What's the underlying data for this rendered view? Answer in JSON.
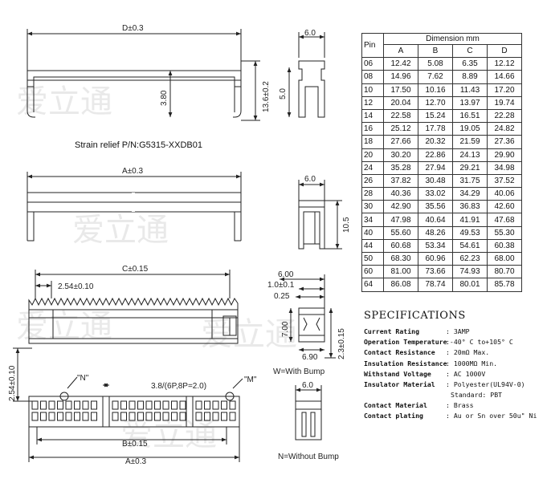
{
  "labels": {
    "top_width": "D±0.3",
    "top_height": "13.6±0.2",
    "top_inner": "3.80",
    "top_side_width": "6.0",
    "top_side_height": "5.0",
    "strain_relief": "Strain relief P/N:G5315-XXDB01",
    "mid_width": "A±0.3",
    "mid_side_width": "6.0",
    "mid_side_height": "10.5",
    "bottom_c": "C±0.15",
    "pitch": "2.54±0.10",
    "side_width": "6.00",
    "side_offset": "1.0±0.1",
    "side_thin": "0.25",
    "side_height": "7.00",
    "side_total": "2.3±0.15",
    "side_bottom": "6.90",
    "with_bump": "W=With Bump",
    "vert_pitch": "2.54±0.10",
    "mark_n": "\"N\"",
    "mark_m": "\"M\"",
    "key_pitch": "3.8/(6P,8P=2.0)",
    "bottom_b": "B±0.15",
    "bottom_a": "A±0.3",
    "nobump_width": "6.0",
    "without_bump": "N=Without Bump",
    "watermark": "爱立通"
  },
  "table": {
    "pin_header": "Pin",
    "dim_header": "Dimension   mm",
    "columns": [
      "A",
      "B",
      "C",
      "D"
    ],
    "rows": [
      {
        "pin": "06",
        "a": "12.42",
        "b": "5.08",
        "c": "6.35",
        "d": "12.12"
      },
      {
        "pin": "08",
        "a": "14.96",
        "b": "7.62",
        "c": "8.89",
        "d": "14.66"
      },
      {
        "pin": "10",
        "a": "17.50",
        "b": "10.16",
        "c": "11.43",
        "d": "17.20"
      },
      {
        "pin": "12",
        "a": "20.04",
        "b": "12.70",
        "c": "13.97",
        "d": "19.74"
      },
      {
        "pin": "14",
        "a": "22.58",
        "b": "15.24",
        "c": "16.51",
        "d": "22.28"
      },
      {
        "pin": "16",
        "a": "25.12",
        "b": "17.78",
        "c": "19.05",
        "d": "24.82"
      },
      {
        "pin": "18",
        "a": "27.66",
        "b": "20.32",
        "c": "21.59",
        "d": "27.36"
      },
      {
        "pin": "20",
        "a": "30.20",
        "b": "22.86",
        "c": "24.13",
        "d": "29.90"
      },
      {
        "pin": "24",
        "a": "35.28",
        "b": "27.94",
        "c": "29.21",
        "d": "34.98"
      },
      {
        "pin": "26",
        "a": "37.82",
        "b": "30.48",
        "c": "31.75",
        "d": "37.52"
      },
      {
        "pin": "28",
        "a": "40.36",
        "b": "33.02",
        "c": "34.29",
        "d": "40.06"
      },
      {
        "pin": "30",
        "a": "42.90",
        "b": "35.56",
        "c": "36.83",
        "d": "42.60"
      },
      {
        "pin": "34",
        "a": "47.98",
        "b": "40.64",
        "c": "41.91",
        "d": "47.68"
      },
      {
        "pin": "40",
        "a": "55.60",
        "b": "48.26",
        "c": "49.53",
        "d": "55.30"
      },
      {
        "pin": "44",
        "a": "60.68",
        "b": "53.34",
        "c": "54.61",
        "d": "60.38"
      },
      {
        "pin": "50",
        "a": "68.30",
        "b": "60.96",
        "c": "62.23",
        "d": "68.00"
      },
      {
        "pin": "60",
        "a": "81.00",
        "b": "73.66",
        "c": "74.93",
        "d": "80.70"
      },
      {
        "pin": "64",
        "a": "86.08",
        "b": "78.74",
        "c": "80.01",
        "d": "85.78"
      }
    ]
  },
  "specs": {
    "title": "SPECIFICATIONS",
    "rows": [
      {
        "label": "Current Rating",
        "value": ": 3AMP"
      },
      {
        "label": "Operation Temperature",
        "value": ":-40° C to+105° C"
      },
      {
        "label": "Contact Resistance",
        "value": ": 20mΩ Max."
      },
      {
        "label": "Insulation Resistance",
        "value": ": 1000MΩ Min."
      },
      {
        "label": "Withstand Voltage",
        "value": ": AC 1000V"
      },
      {
        "label": "Insulator Material",
        "value": ": Polyester(UL94V-0)"
      }
    ],
    "extra": "Standard: PBT",
    "rows2": [
      {
        "label": "Contact Material",
        "value": ": Brass"
      },
      {
        "label": "Contact plating",
        "value": ": Au or Sn over 50u\" Ni"
      }
    ]
  }
}
